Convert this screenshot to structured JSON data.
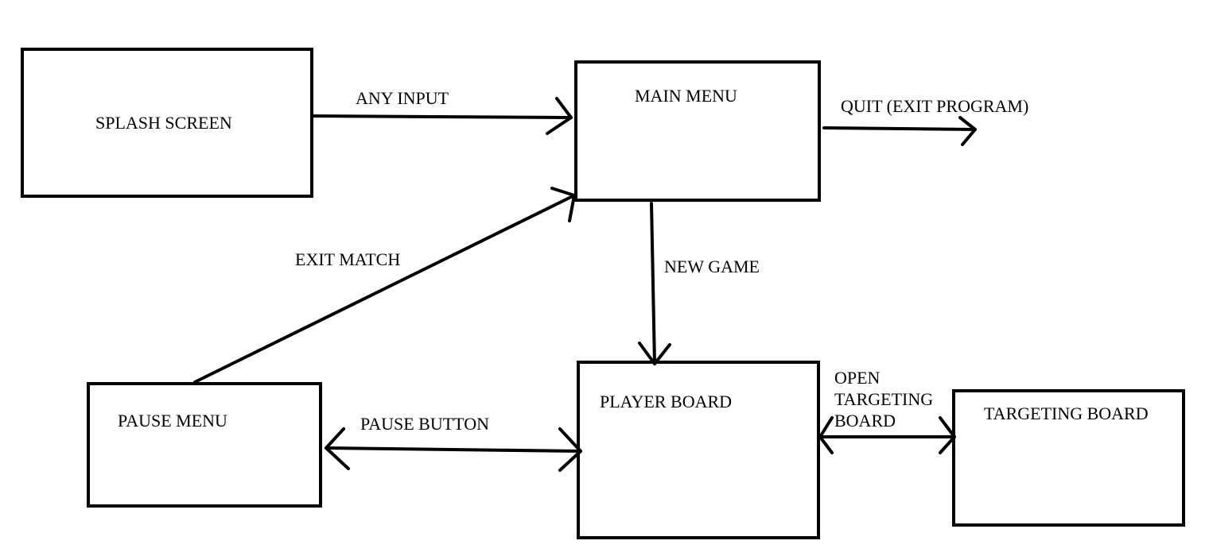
{
  "nodes": {
    "splash_screen": "SPLASH SCREEN",
    "main_menu": "MAIN MENU",
    "player_board": "PLAYER BOARD",
    "pause_menu": "PAUSE MENU",
    "targeting_board": "TARGETING BOARD"
  },
  "edges": {
    "any_input": "ANY INPUT",
    "quit": "QUIT (EXIT PROGRAM)",
    "new_game": "NEW GAME",
    "exit_match": "EXIT MATCH",
    "pause_button": "PAUSE BUTTON",
    "open_targeting_board": [
      "OPEN",
      "TARGETING",
      "BOARD"
    ]
  },
  "colors": {
    "stroke": "#000000",
    "background": "#ffffff"
  }
}
